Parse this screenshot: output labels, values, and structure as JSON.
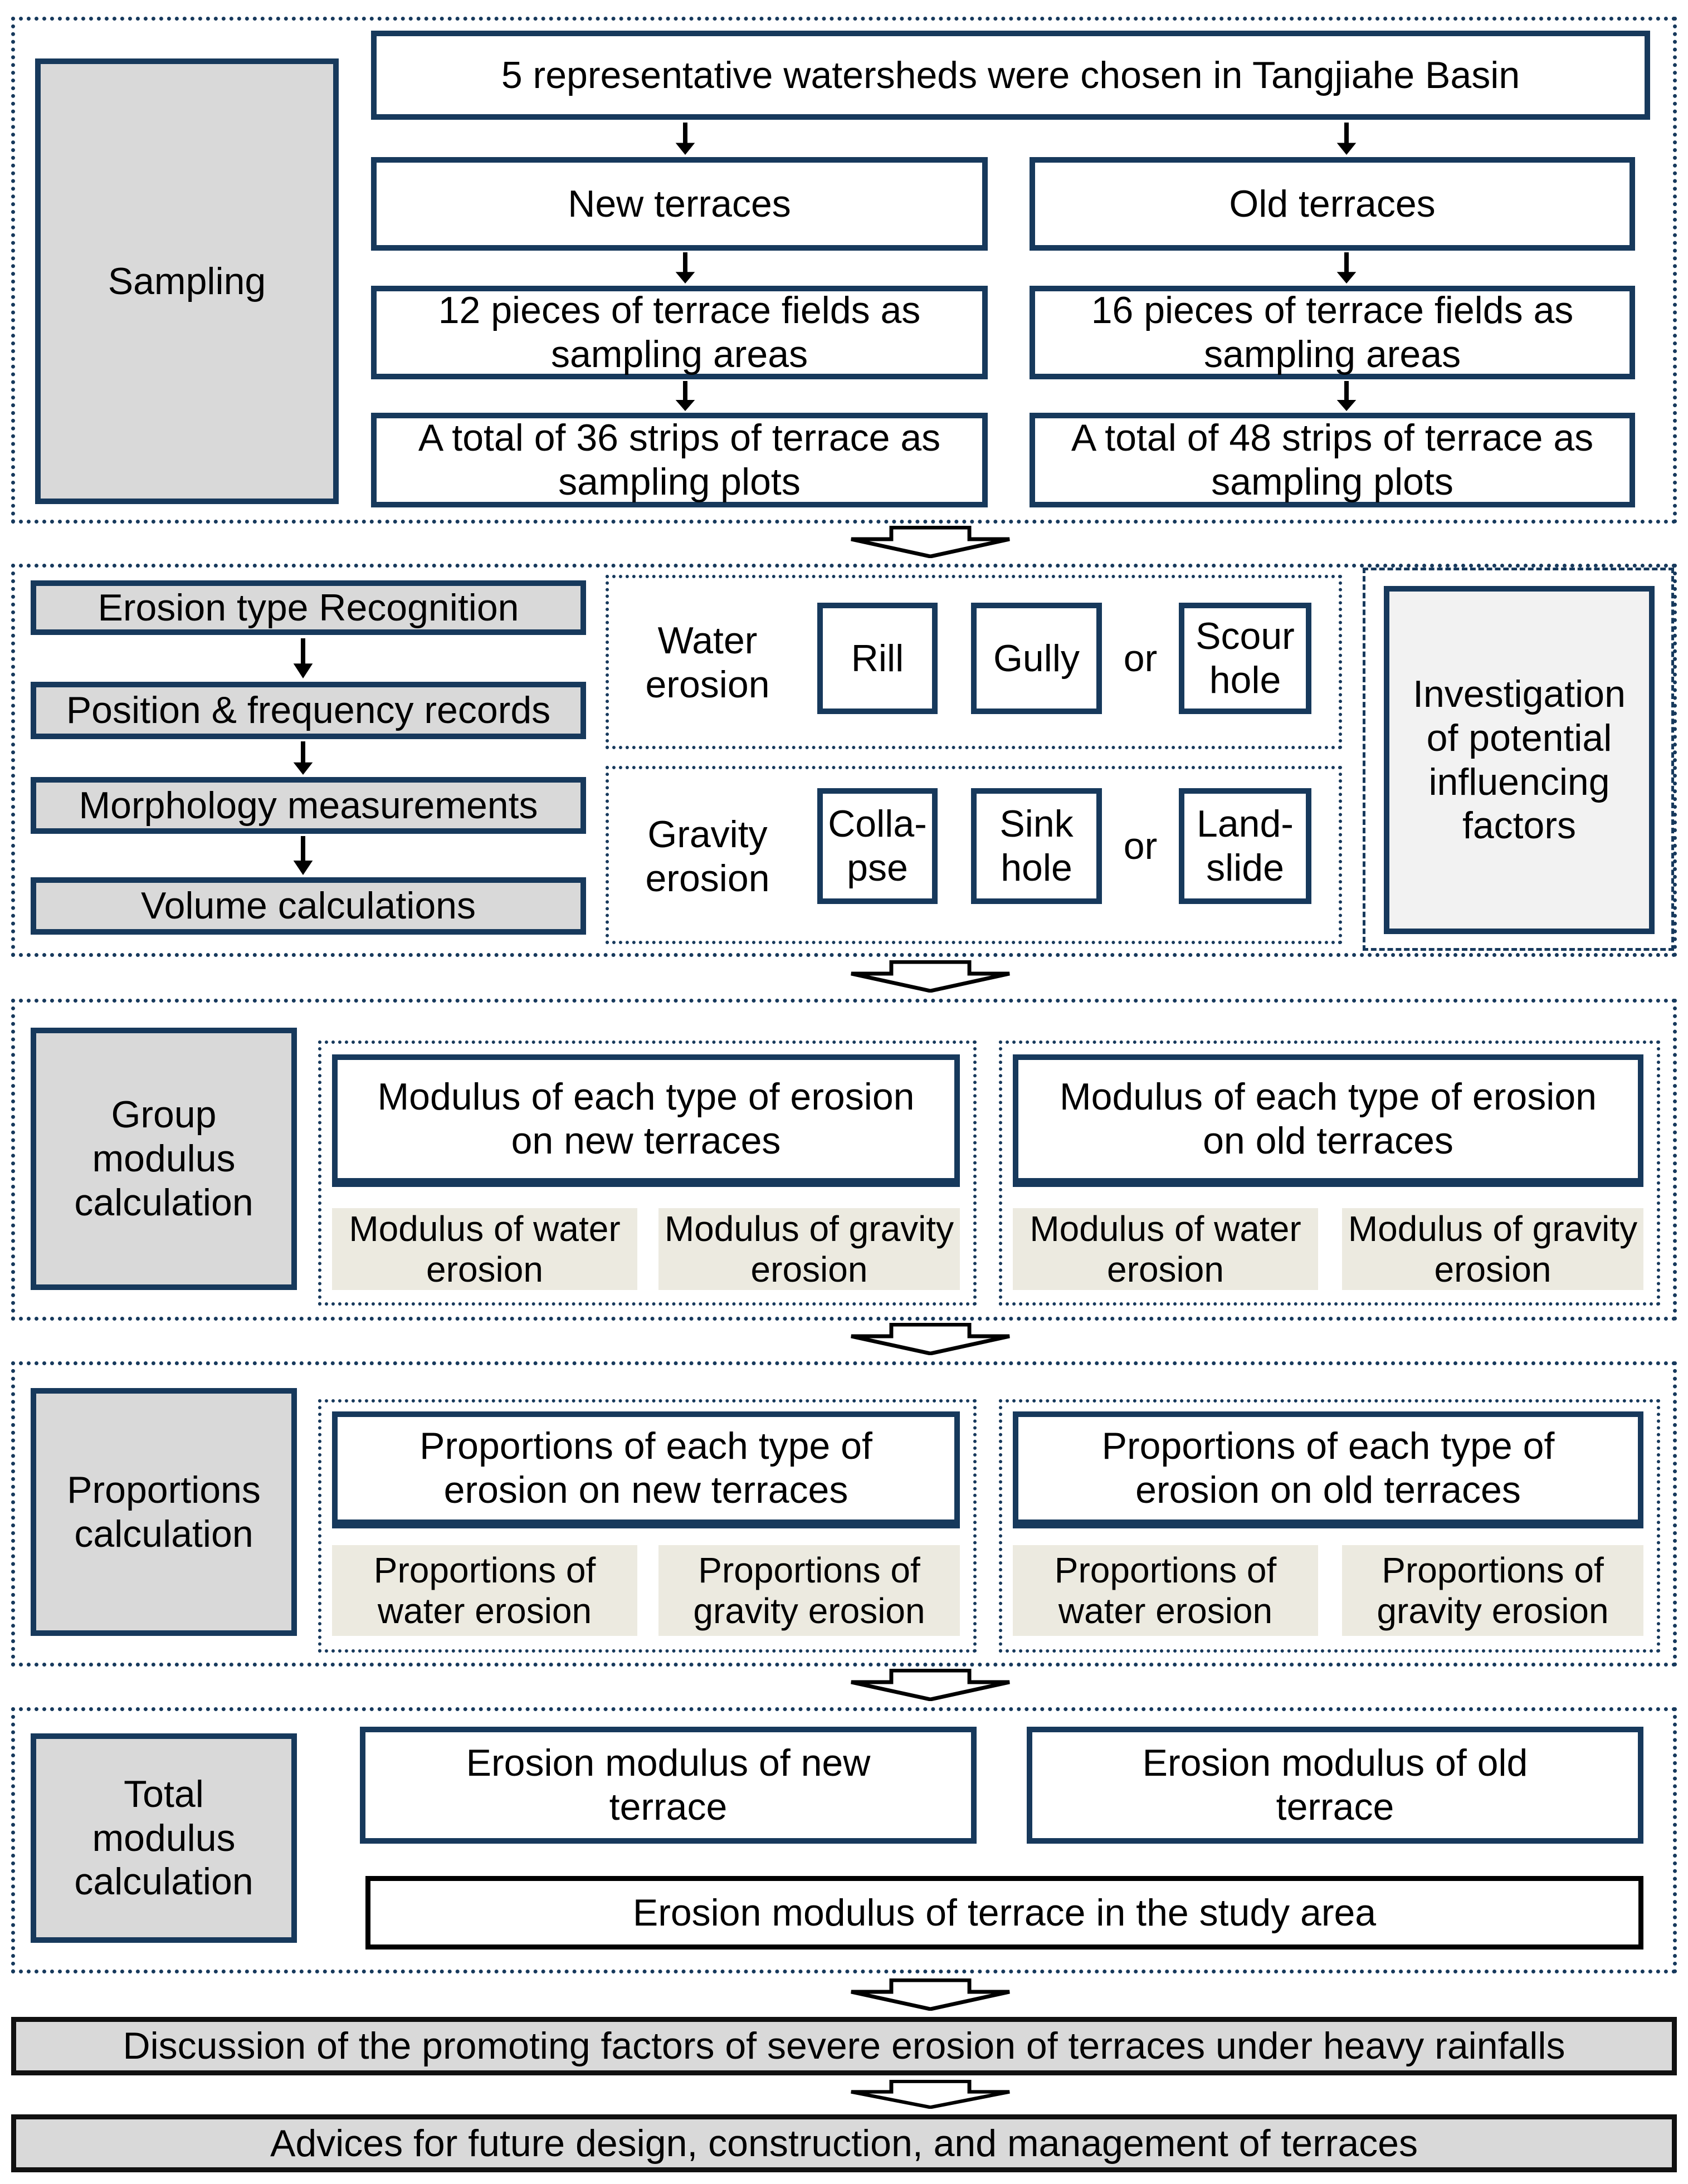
{
  "palette": {
    "navy_border": "#17395C",
    "gray_fill": "#D9D9D9",
    "beige_fill": "#ECEAE0",
    "light_fill": "#F2F2F2",
    "black": "#000000",
    "white": "#ffffff"
  },
  "sampling": {
    "label": "Sampling",
    "intro": "5 representative watersheds were chosen in Tangjiahe Basin",
    "branches": [
      {
        "name": "New terraces",
        "areas": "12 pieces of terrace fields as sampling areas",
        "plots": "A total of 36 strips of terrace as sampling plots"
      },
      {
        "name": "Old terraces",
        "areas": "16 pieces of terrace fields as sampling areas",
        "plots": "A total of 48 strips of terrace as sampling plots"
      }
    ]
  },
  "survey": {
    "steps": [
      "Erosion type Recognition",
      "Position & frequency records",
      "Morphology measurements",
      "Volume calculations"
    ],
    "water": {
      "label": "Water erosion",
      "types": [
        "Rill",
        "Gully",
        "Scour hole"
      ],
      "or_label": "or"
    },
    "gravity": {
      "label": "Gravity erosion",
      "types": [
        "Colla-pse",
        "Sink hole",
        "Land-slide"
      ],
      "or_label": "or"
    },
    "investigation": "Investigation of potential influencing factors"
  },
  "group_modulus": {
    "label": "Group modulus calculation",
    "panels": [
      {
        "header": "Modulus of each type of erosion on new terraces",
        "water": "Modulus of water erosion",
        "gravity": "Modulus of gravity erosion"
      },
      {
        "header": "Modulus of each type of erosion on old terraces",
        "water": "Modulus of water erosion",
        "gravity": "Modulus of gravity erosion"
      }
    ]
  },
  "proportions": {
    "label": "Proportions calculation",
    "panels": [
      {
        "header": "Proportions of each type of erosion on new terraces",
        "water": "Proportions of water erosion",
        "gravity": "Proportions of gravity erosion"
      },
      {
        "header": "Proportions of each type of erosion on old terraces",
        "water": "Proportions of water erosion",
        "gravity": "Proportions of gravity erosion"
      }
    ]
  },
  "total_modulus": {
    "label": "Total modulus calculation",
    "new_box": "Erosion modulus of new terrace",
    "old_box": "Erosion modulus of old terrace",
    "combined": "Erosion modulus of terrace in the study area"
  },
  "banners": [
    "Discussion of  the promoting factors of severe erosion of terraces under heavy rainfalls",
    "Advices for future design, construction, and management of terraces"
  ]
}
